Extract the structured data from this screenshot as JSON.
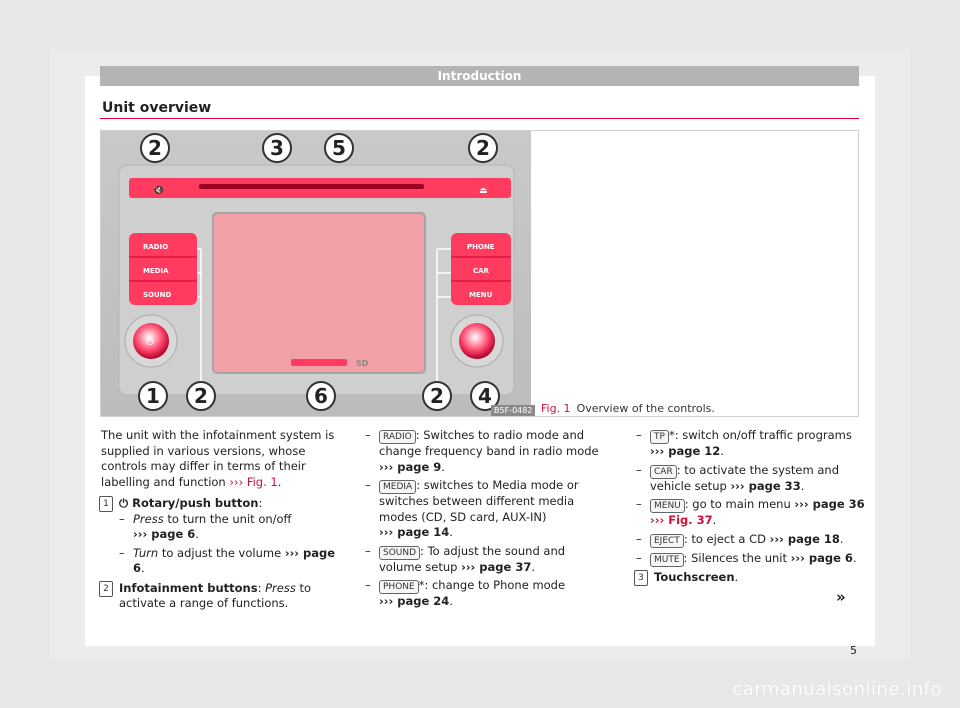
{
  "header": {
    "title": "Introduction"
  },
  "section": {
    "title": "Unit overview"
  },
  "figure": {
    "code": "B5F-0482",
    "caption_label": "Fig. 1",
    "caption_text": "Overview of the controls.",
    "callouts": [
      "2",
      "3",
      "5",
      "2",
      "1",
      "2",
      "6",
      "2",
      "4"
    ],
    "buttons_left": [
      "RADIO",
      "MEDIA",
      "SOUND"
    ],
    "buttons_right": [
      "PHONE",
      "CAR",
      "MENU"
    ]
  },
  "col1": {
    "intro": "The unit with the infotainment system is supplied in various versions, whose controls may differ in terms of their labelling and function",
    "intro_link": "››› Fig. 1",
    "intro_end": ".",
    "item1_num": "1",
    "item1_title": "⏻ Rotary/push button",
    "item1_colon": ":",
    "item1_sub1_italic": "Press",
    "item1_sub1_text": " to turn the unit on/off",
    "item1_sub1_link": "››› page 6",
    "item1_sub1_end": ".",
    "item1_sub2_italic": "Turn",
    "item1_sub2_text": " to adjust the volume ",
    "item1_sub2_link": "››› page 6",
    "item1_sub2_end": ".",
    "item2_num": "2",
    "item2_title": "Infotainment buttons",
    "item2_colon": ": ",
    "item2_italic": "Press",
    "item2_text": " to activate a range of functions."
  },
  "col2": {
    "radio_key": "RADIO",
    "radio_text": ": Switches to radio mode and change frequency band in radio mode ",
    "radio_link": "››› page 9",
    "radio_end": ".",
    "media_key": "MEDIA",
    "media_text": ": switches to Media mode or switches between different media modes (CD, SD card, AUX-IN) ",
    "media_link": "››› page 14",
    "media_end": ".",
    "sound_key": "SOUND",
    "sound_text": ": To adjust the sound and volume setup ",
    "sound_link": "››› page 37",
    "sound_end": ".",
    "phone_key": "PHONE",
    "phone_text": "*: change to Phone mode ",
    "phone_link": "››› page 24",
    "phone_end": "."
  },
  "col3": {
    "tp_key": "TP",
    "tp_text": "*: switch on/off traffic programs ",
    "tp_link": "››› page 12",
    "tp_end": ".",
    "car_key": "CAR",
    "car_text": ": to activate the system and vehicle setup ",
    "car_link": "››› page 33",
    "car_end": ".",
    "menu_key": "MENU",
    "menu_text": ": go to main menu ",
    "menu_link": "››› page 36",
    "menu_link2": "››› Fig. 37",
    "menu_end": ".",
    "eject_key": "EJECT",
    "eject_text": ": to eject a CD ",
    "eject_link": "››› page 18",
    "eject_end": ".",
    "mute_key": "MUTE",
    "mute_text": ": Silences the unit ",
    "mute_link": "››› page 6",
    "mute_end": ".",
    "item3_num": "3",
    "item3_title": "Touchscreen",
    "item3_end": "."
  },
  "continue_mark": "»",
  "page_number": "5",
  "watermark": "carmanualsonline.info"
}
